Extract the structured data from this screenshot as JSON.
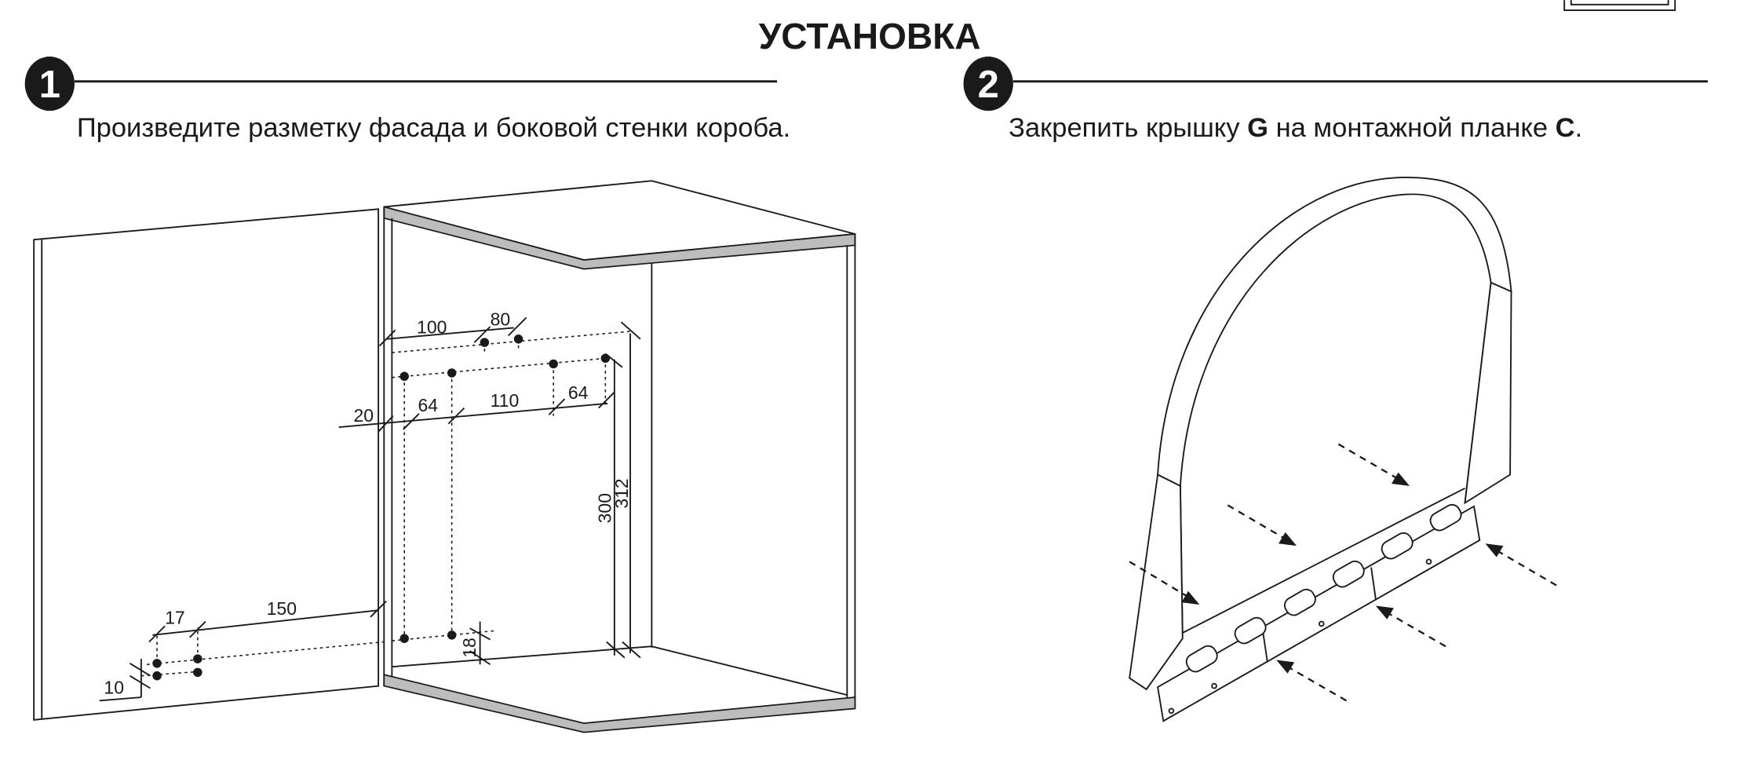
{
  "title": "УСТАНОВКА",
  "steps": [
    {
      "number": "1",
      "text": "Произведите разметку фасада и боковой стенки короба."
    },
    {
      "number": "2",
      "text_parts": [
        "Закрепить крышку ",
        "G",
        " на монтажной планке ",
        "C",
        "."
      ]
    }
  ],
  "dimensions": {
    "d100": "100",
    "d80": "80",
    "d20": "20",
    "d64a": "64",
    "d110": "110",
    "d64b": "64",
    "d300": "300",
    "d312": "312",
    "d17": "17",
    "d150": "150",
    "d10": "10",
    "d18": "18"
  }
}
